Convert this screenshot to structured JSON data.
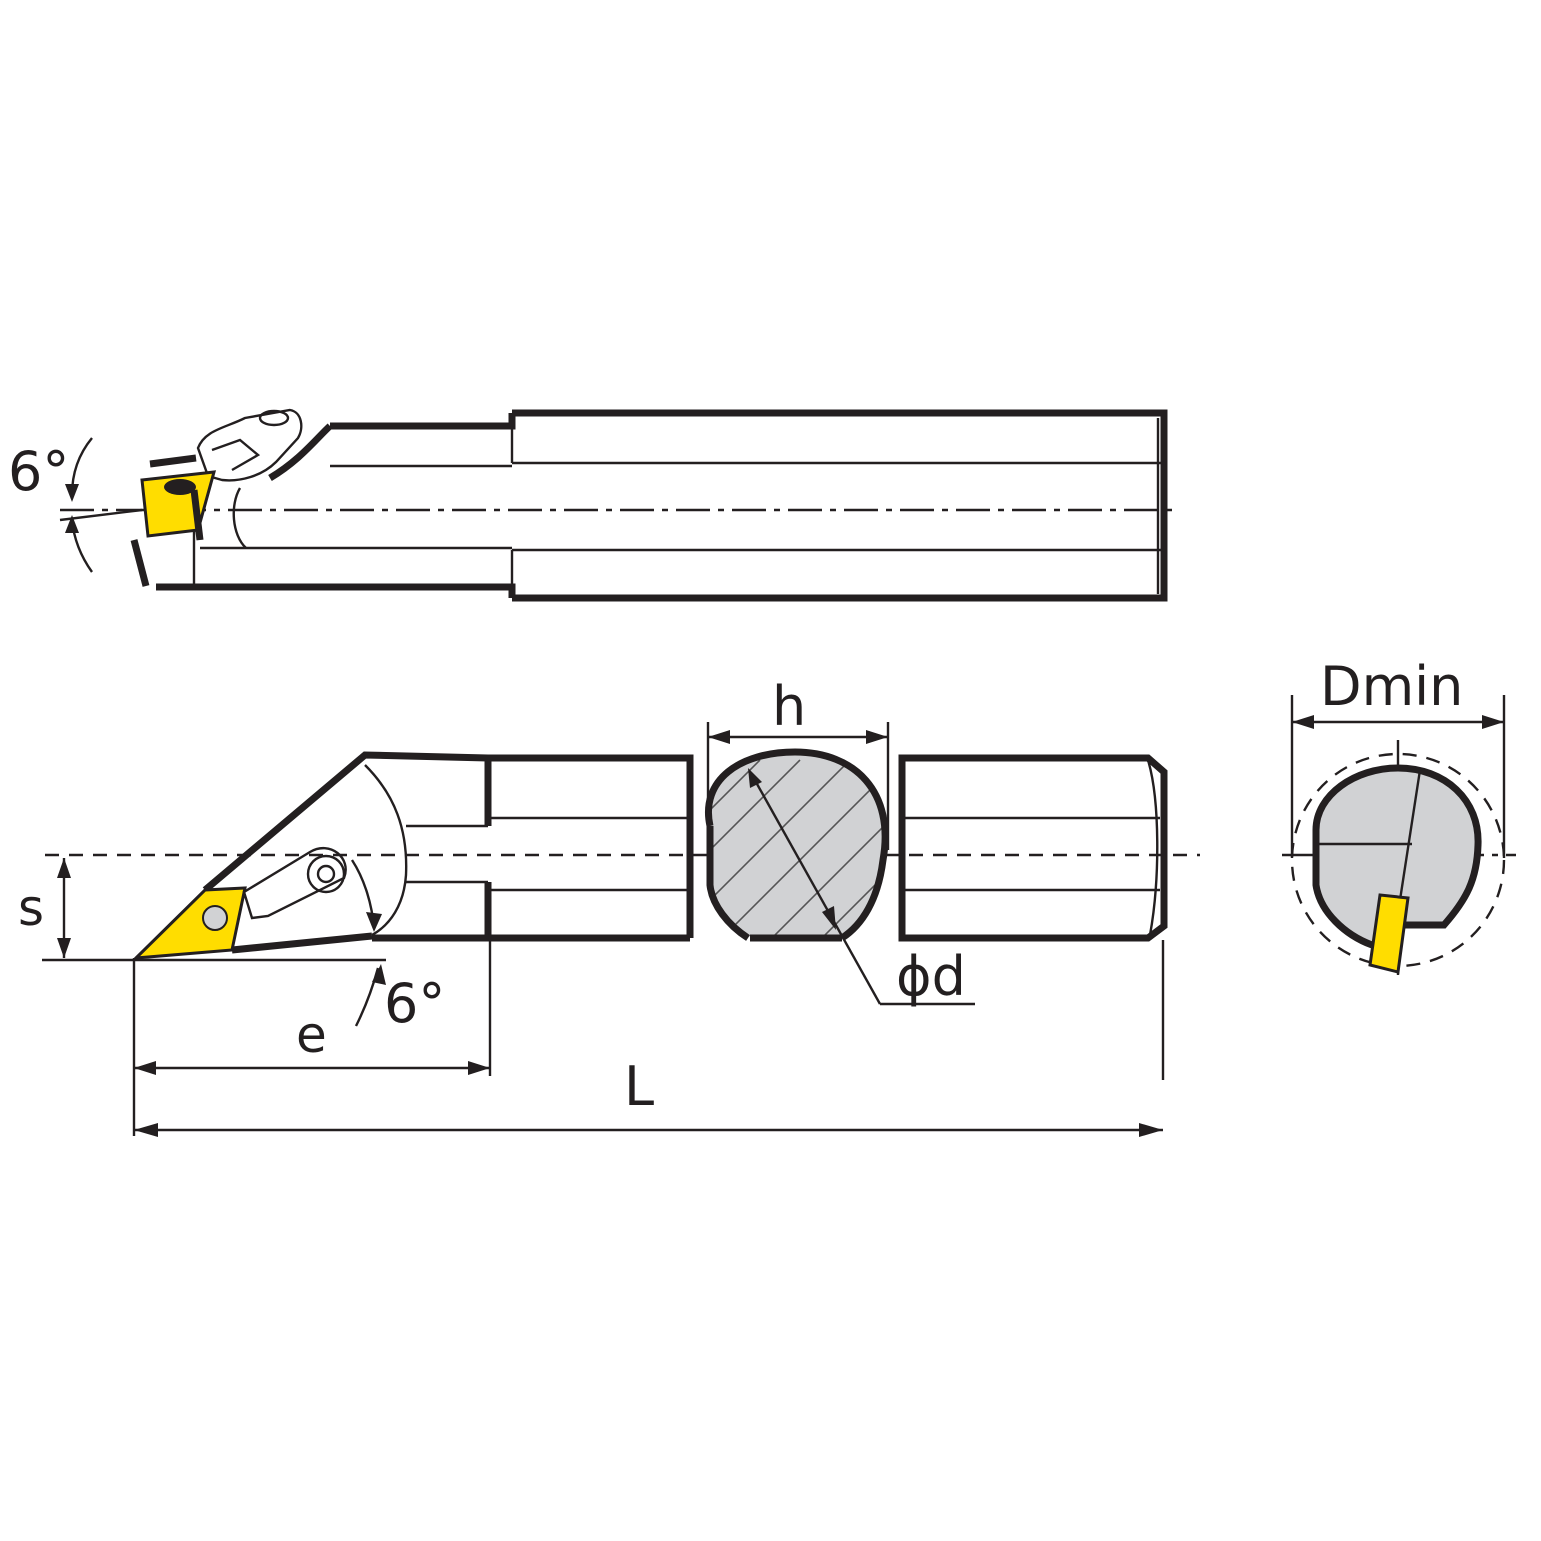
{
  "labels": {
    "top_angle": "6°",
    "h": "h",
    "s": "s",
    "bottom_angle": "6°",
    "e": "e",
    "phi_d": "ϕd",
    "L": "L",
    "Dmin": "Dmin"
  },
  "colors": {
    "insert": "#ffdd00",
    "section_fill": "#d1d2d4",
    "line": "#231f20"
  }
}
